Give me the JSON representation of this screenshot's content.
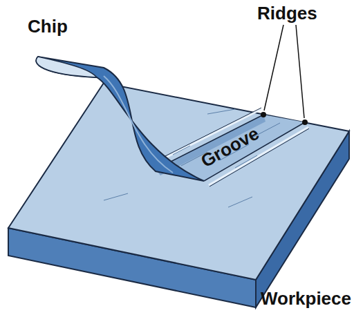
{
  "diagram": {
    "labels": [
      "Chip",
      "Ridges",
      "Groove",
      "Workpiece"
    ]
  }
}
